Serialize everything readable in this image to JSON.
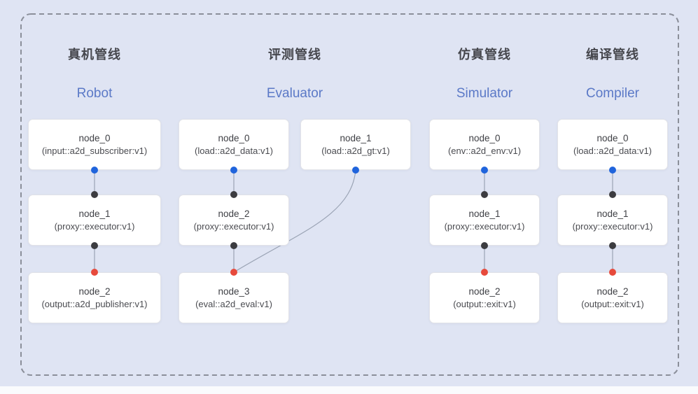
{
  "colors": {
    "background": "#dfe4f3",
    "frame_border": "#8b8f9a",
    "node_background": "#ffffff",
    "node_border": "#e2e3e8",
    "edge_line": "#9aa3b4",
    "input_port_dot_blue": "#2064dc",
    "mid_port_dot_dark": "#3c3c40",
    "output_port_dot_red": "#e74a3c",
    "title_zh_color": "#45464c",
    "title_en_color": "#5b79c7",
    "node_text_color": "#45464a"
  },
  "pipelines": [
    {
      "title_zh": "真机管线",
      "title_en": "Robot",
      "nodes": [
        {
          "name": "node_0",
          "type": "(input::a2d_subscriber:v1)"
        },
        {
          "name": "node_1",
          "type": "(proxy::executor:v1)"
        },
        {
          "name": "node_2",
          "type": "(output::a2d_publisher:v1)"
        }
      ]
    },
    {
      "title_zh": "评测管线",
      "title_en": "Evaluator",
      "nodes": [
        {
          "name": "node_0",
          "type": "(load::a2d_data:v1)"
        },
        {
          "name": "node_1",
          "type": "(load::a2d_gt:v1)"
        },
        {
          "name": "node_2",
          "type": "(proxy::executor:v1)"
        },
        {
          "name": "node_3",
          "type": "(eval::a2d_eval:v1)"
        }
      ]
    },
    {
      "title_zh": "仿真管线",
      "title_en": "Simulator",
      "nodes": [
        {
          "name": "node_0",
          "type": "(env::a2d_env:v1)"
        },
        {
          "name": "node_1",
          "type": "(proxy::executor:v1)"
        },
        {
          "name": "node_2",
          "type": "(output::exit:v1)"
        }
      ]
    },
    {
      "title_zh": "编译管线",
      "title_en": "Compiler",
      "nodes": [
        {
          "name": "node_0",
          "type": "(load::a2d_data:v1)"
        },
        {
          "name": "node_1",
          "type": "(proxy::executor:v1)"
        },
        {
          "name": "node_2",
          "type": "(output::exit:v1)"
        }
      ]
    }
  ]
}
